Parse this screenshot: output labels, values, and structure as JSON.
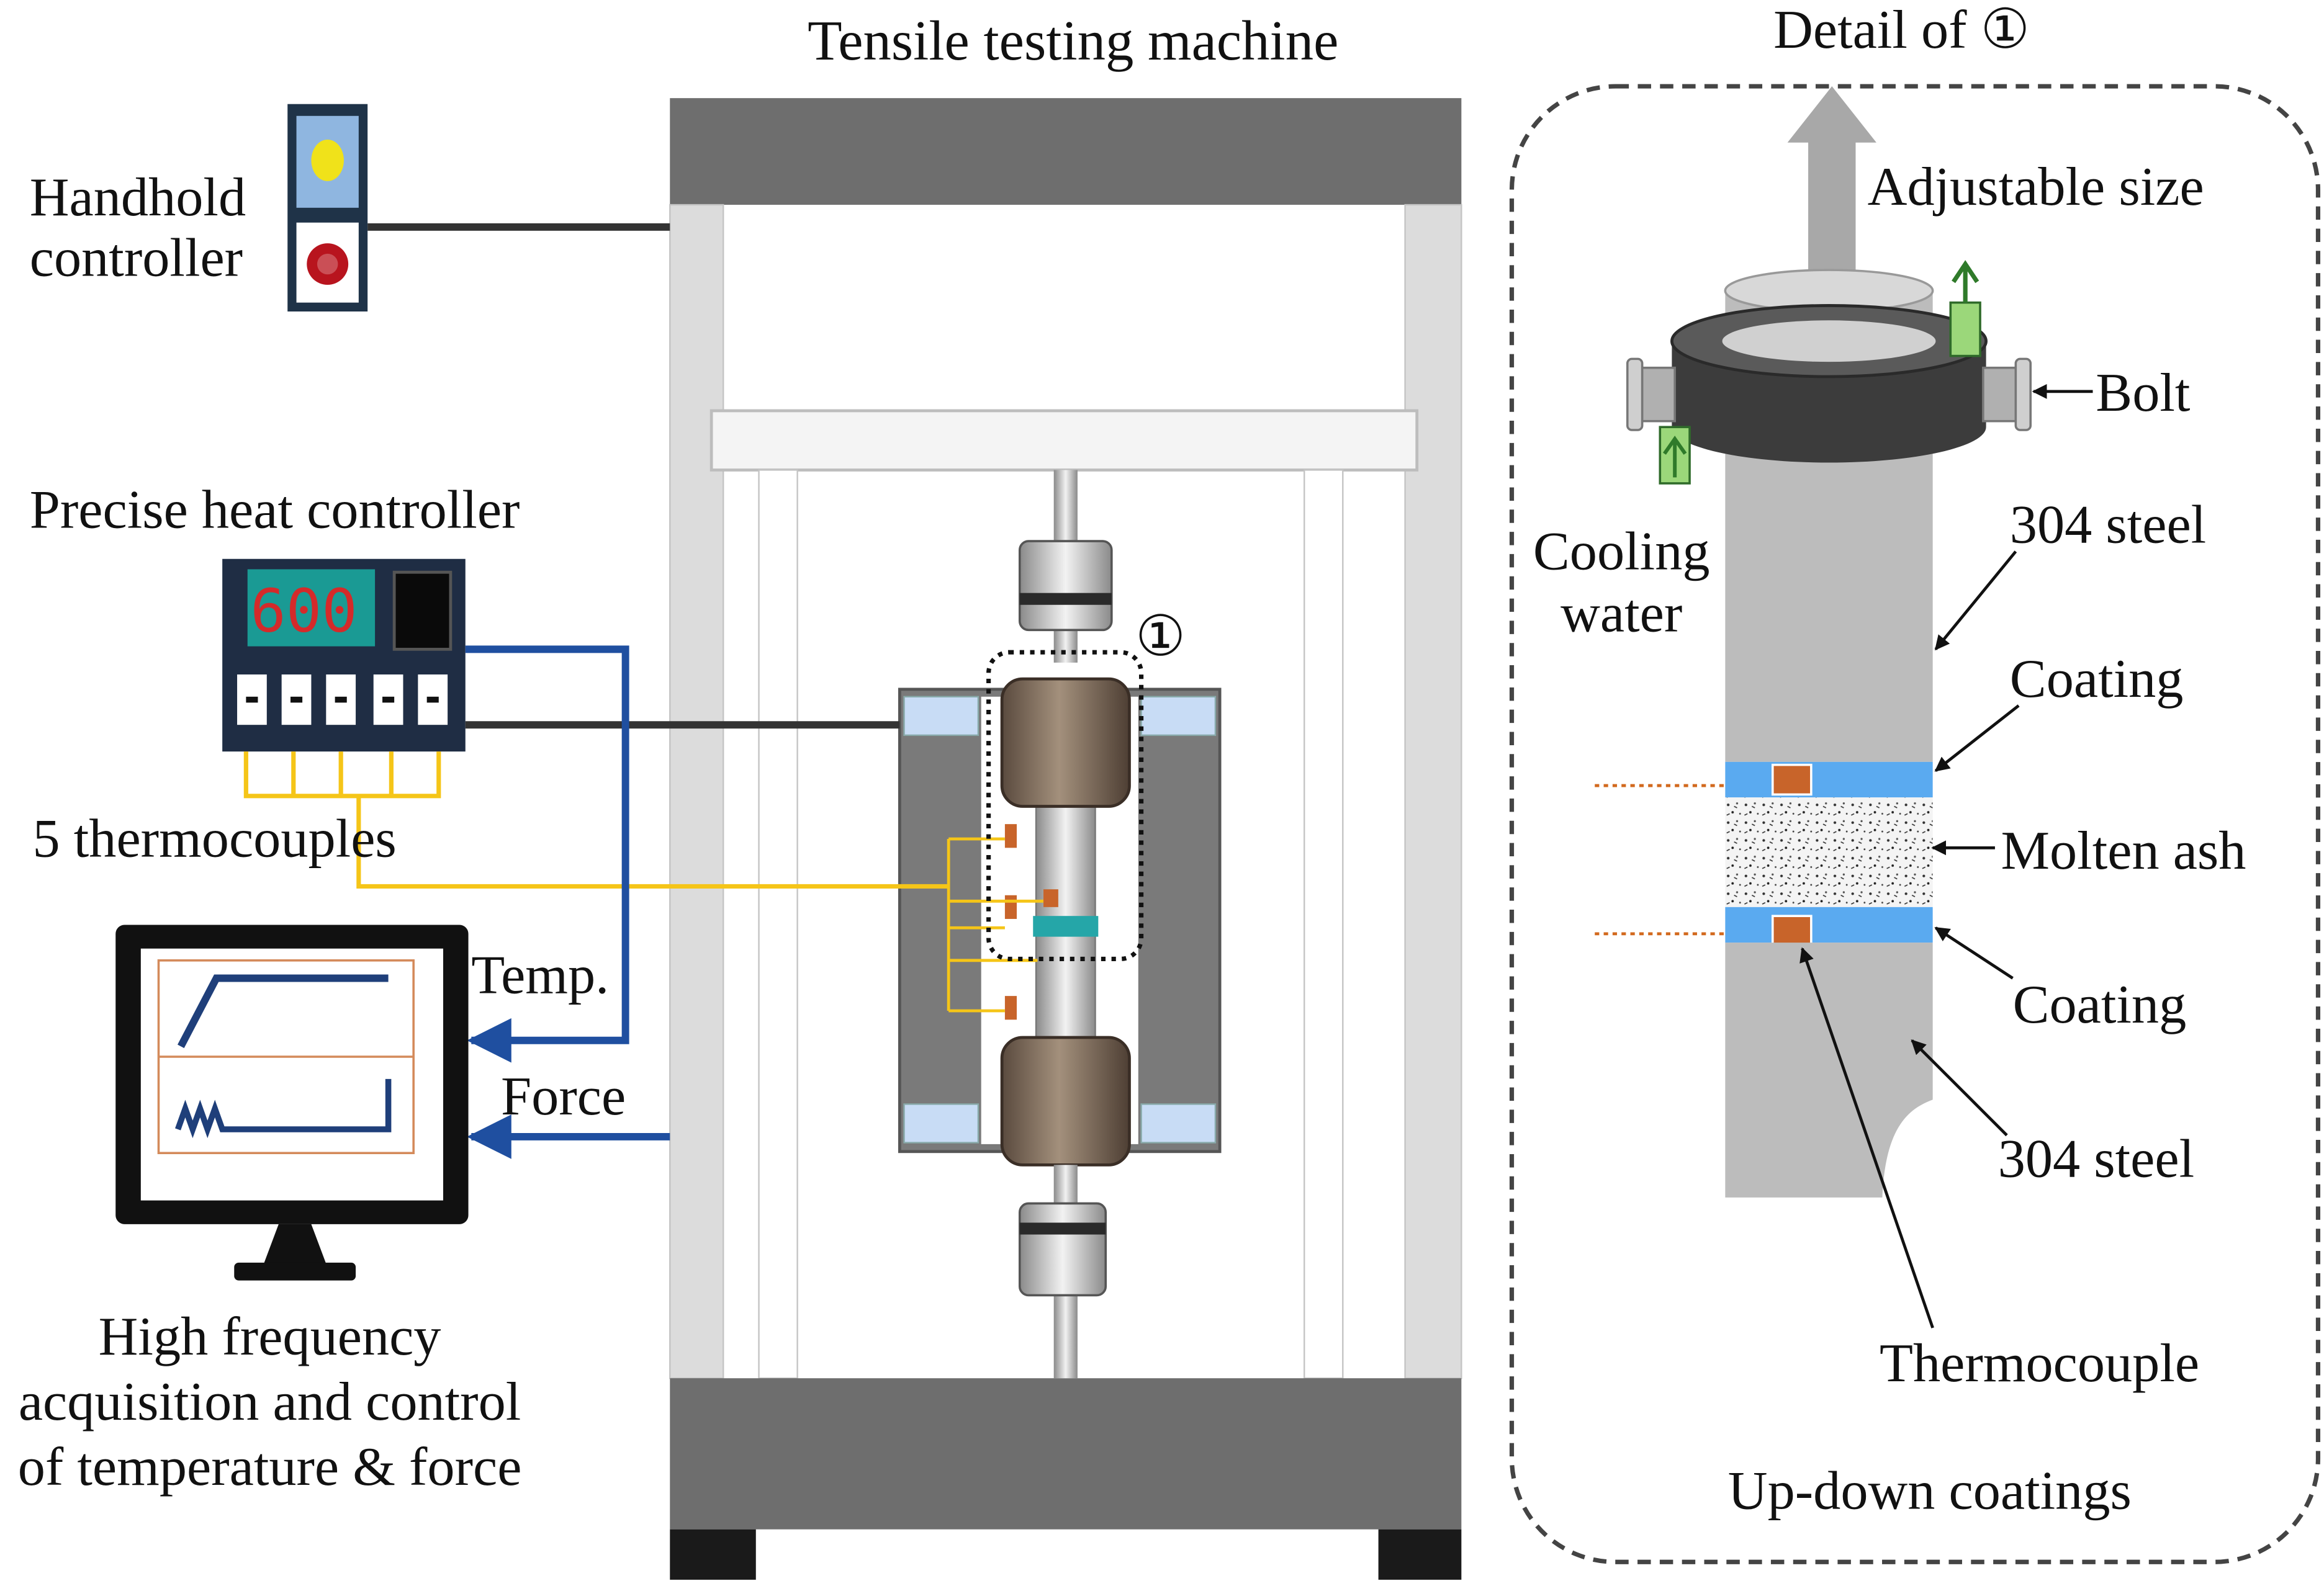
{
  "labels": {
    "machine_title": "Tensile testing machine",
    "detail_title": "Detail of ①",
    "handhold_line1": "Handhold",
    "handhold_line2": "controller",
    "heat_controller": "Precise heat controller",
    "heat_display": "600",
    "thermocouples": "5 thermocouples",
    "temp": "Temp.",
    "force": "Force",
    "acq_line1": "High frequency",
    "acq_line2": "acquisition and control",
    "acq_line3": "of temperature & force",
    "detail_marker": "①",
    "adjustable_size": "Adjustable size",
    "bolt": "Bolt",
    "cooling_line1": "Cooling",
    "cooling_line2": "water",
    "steel_top": "304 steel",
    "coating_top": "Coating",
    "molten_ash": "Molten ash",
    "coating_bottom": "Coating",
    "steel_bottom": "304 steel",
    "thermocouple": "Thermocouple",
    "updown": "Up-down coatings"
  },
  "colors": {
    "frame_dark": "#6e6e6e",
    "frame_light": "#dcdcdc",
    "steel": "#bcbcbc",
    "coating_blue": "#5aaaf0",
    "signal_blue": "#1f4fa0",
    "thermocouple_wire": "#f5c518",
    "thermocouple_pad": "#c8642a",
    "display_teal": "#1a9a94",
    "cooling_green": "#9bd77a"
  }
}
